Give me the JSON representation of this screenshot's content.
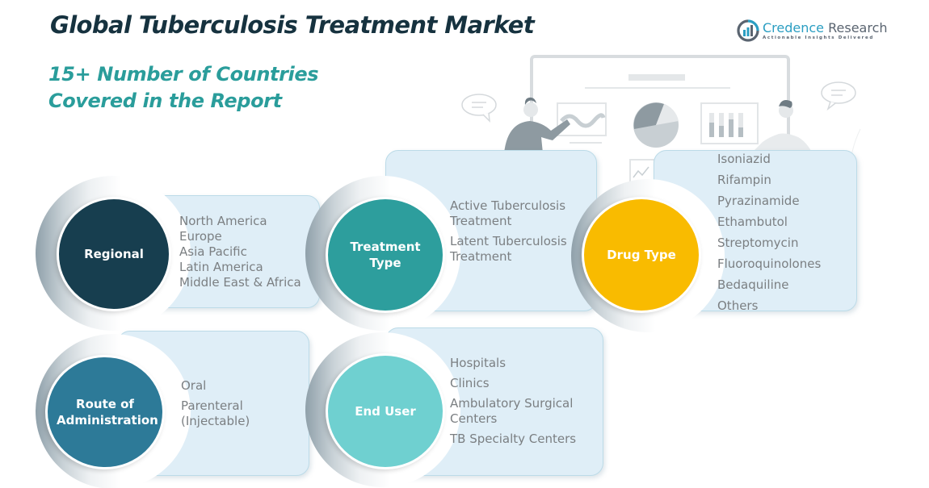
{
  "header": {
    "title": "Global Tuberculosis Treatment Market",
    "subtitle_line1": "15+ Number of Countries",
    "subtitle_line2": "Covered in the Report"
  },
  "logo": {
    "name_part1": "Credence",
    "name_part2": " Research",
    "tagline": "Actionable Insights Delivered",
    "icon": "bar-chart-in-circle-icon"
  },
  "colors": {
    "title": "#16323f",
    "subtitle": "#2a9d9b",
    "card_bg": "#dfeef7",
    "item_text": "#7b7f82",
    "regional": "#173e4f",
    "treatment_type": "#2d9e9d",
    "drug_type": "#f9bb00",
    "route": "#2d7a98",
    "end_user": "#6fd0d0"
  },
  "segments": [
    {
      "id": "regional",
      "label": "Regional",
      "items": [
        "North America",
        "Europe",
        "Asia Pacific",
        "Latin America",
        "Middle East & Africa"
      ]
    },
    {
      "id": "treatment-type",
      "label": "Treatment Type",
      "items": [
        "Active Tuberculosis Treatment",
        "Latent Tuberculosis Treatment"
      ]
    },
    {
      "id": "drug-type",
      "label": "Drug Type",
      "items": [
        "Isoniazid",
        "Rifampin",
        "Pyrazinamide",
        "Ethambutol",
        "Streptomycin",
        "Fluoroquinolones",
        "Bedaquiline",
        "Others"
      ]
    },
    {
      "id": "route-of-administration",
      "label": "Route of Administration",
      "items": [
        "Oral",
        "Parenteral (Injectable)"
      ]
    },
    {
      "id": "end-user",
      "label": "End User",
      "items": [
        "Hospitals",
        "Clinics",
        "Ambulatory Surgical Centers",
        "TB Specialty Centers"
      ]
    }
  ]
}
